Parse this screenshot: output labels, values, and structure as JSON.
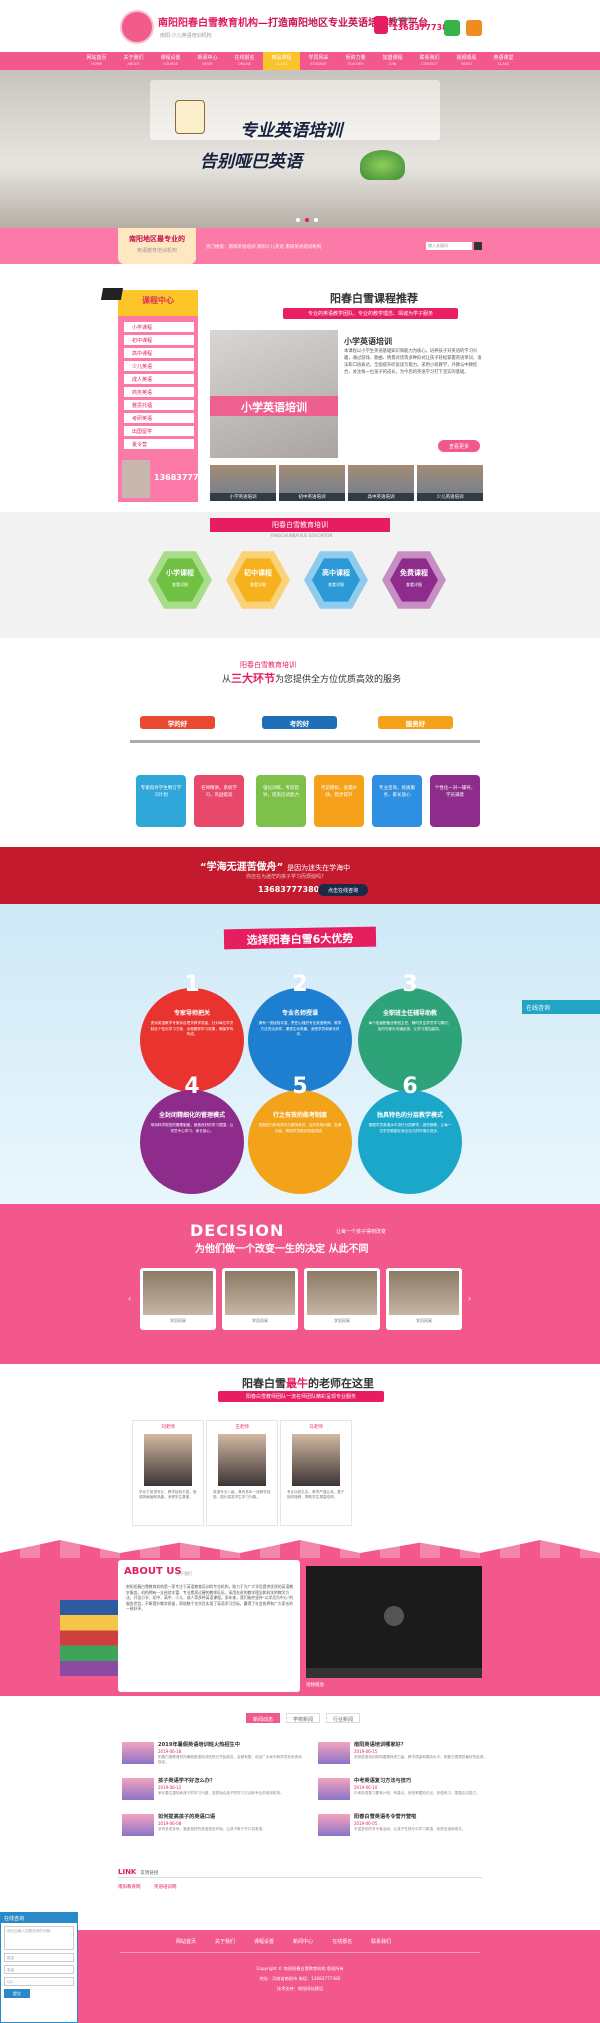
{
  "header": {
    "brand_prefix": "南阳阳春白雪教育机构",
    "brand_suffix": "—打造南阳地区专业英语培训教育平台",
    "brand_sub": "南阳·少儿英语培训机构",
    "phone_label": "咨询热线：",
    "phone": "13683777380"
  },
  "nav": [
    {
      "label": "网站首页",
      "en": "HOME"
    },
    {
      "label": "关于我们",
      "en": "ABOUT"
    },
    {
      "label": "课程设置",
      "en": "COURSE"
    },
    {
      "label": "新闻中心",
      "en": "NEWS"
    },
    {
      "label": "在线报名",
      "en": "ONLINE"
    },
    {
      "label": "精品课程",
      "en": "CLASS"
    },
    {
      "label": "学员风采",
      "en": "STUDENT"
    },
    {
      "label": "师资力量",
      "en": "TEACHER"
    },
    {
      "label": "加盟课程",
      "en": "JOIN"
    },
    {
      "label": "联系我们",
      "en": "CONTACT"
    },
    {
      "label": "视频观看",
      "en": "VIDEO"
    },
    {
      "label": "英语课堂",
      "en": "CLASS"
    }
  ],
  "banner": {
    "line1": "专业英语培训",
    "line2": "告别哑巴英语"
  },
  "bar": {
    "box_title": "南阳地区最专业的",
    "box_sub": "英语教育培训机构",
    "hot": "热门搜索：南阳英语培训   南阳少儿英语   南阳英语培训机构",
    "search_placeholder": "输入关键词"
  },
  "sidebar": {
    "title": "课程中心",
    "items": [
      "小学课程",
      "初中课程",
      "高中课程",
      "少儿英语",
      "成人英语",
      "商务英语",
      "雅思托福",
      "考研英语",
      "出国留学",
      "夏令营"
    ],
    "phone": "13683777380"
  },
  "courses": {
    "title": "阳春白雪课程推荐",
    "subtitle": "专业的英语教学团队、专业的教学理念、竭诚为学子服务",
    "banner_text": "小学英语培训",
    "item_title": "小学英语培训",
    "item_desc": "本课程以小学生英语基础知识和能力为核心，培养孩子对英语的学习兴趣，通过游戏、歌曲、情景对话等多种形式让孩子轻松掌握英语单词、语法和口语表达，全面提升听说读写能力。采用小班教学，外教与中教结合，关注每一位孩子的成长，为今后的英语学习打下坚实的基础。",
    "more": "查看更多",
    "thumbs": [
      "小学英语培训",
      "初中英语培训",
      "高中英语培训",
      "少儿英语培训"
    ]
  },
  "training": {
    "title": "阳春白雪教育培训",
    "subtitle": "YANGCHUNBAIXUE EDUCATION",
    "items": [
      {
        "title": "小学课程",
        "sub": "查看详细"
      },
      {
        "title": "初中课程",
        "sub": "查看详细"
      },
      {
        "title": "高中课程",
        "sub": "查看详细"
      },
      {
        "title": "免费课程",
        "sub": "查看详细"
      }
    ]
  },
  "links": {
    "title": "阳春白雪教育培训",
    "main_pre": "从",
    "main_em": "三大环节",
    "main_post": "为您提供全方位优质高效的服务",
    "tabs": [
      "学的好",
      "考的好",
      "服务好"
    ],
    "cards": [
      "专家指导学生制订学习计划",
      "名师精讲，系统学习，巩固提高",
      "强化训练，考前指导，提高应试能力",
      "考前模拟，查漏补缺，稳步提升",
      "专业咨询，优质服务，家长放心",
      "个性化一对一辅导，学员满意"
    ]
  },
  "slogan": {
    "quote": "“学海无涯苦做舟”",
    "quote_tail": "是因为迷失在学海中",
    "sub": "你还在为迷茫的孩子学习而烦恼吗？",
    "phone": "13683777380",
    "btn": "点击在线咨询"
  },
  "advantages": {
    "title": "选择阳春白雪6大优势",
    "items": [
      {
        "num": "1",
        "title": "专家导师把关",
        "desc": "资深英语教学专家亲自把关教学质量，针对每位学员制定个性化学习方案，全程跟踪学习效果，确保学有所成。"
      },
      {
        "num": "2",
        "title": "专业名师授课",
        "desc": "拥有一批经验丰富、责任心强的专业英语教师，教学方法灵活多样，课堂生动有趣，深受学员和家长好评。"
      },
      {
        "num": "3",
        "title": "全职班主任辅导助教",
        "desc": "每个班级配备全职班主任，随时关注学员学习情况，及时与家长沟通反馈，让学习更加高效。"
      },
      {
        "num": "4",
        "title": "全封闭精细化的管理模式",
        "desc": "采用科学规范的管理制度，营造良好的学习氛围，让学员专心学习，家长放心。"
      },
      {
        "num": "5",
        "title": "行之有效的练考制度",
        "desc": "定期进行阶段测试与模拟考试，及时发现问题、查漏补缺，帮助学员稳步提高成绩。"
      },
      {
        "num": "6",
        "title": "独具特色的分层教学模式",
        "desc": "根据学员英语水平进行分层教学，因材施教，让每一位学员都能在适合自己的环境中进步。"
      }
    ],
    "online": "在线咨询"
  },
  "decision": {
    "word": "DECISION",
    "tail": "让每一个孩子得到改变",
    "title": "为他们做一个改变一生的决定 从此不同",
    "cards": [
      "学员风采",
      "学员风采",
      "学员风采",
      "学员风采"
    ]
  },
  "teachers": {
    "title_pre": "阳春白雪",
    "title_em": "最牛",
    "title_post": "的老师在这里",
    "subtitle": "阳春白雪教师团队一流名师团队精彩呈现专业服务",
    "items": [
      {
        "name": "刘老师",
        "desc": "毕业于英语专业，教学经验丰富，授课风格幽默风趣，深受学生喜爱。"
      },
      {
        "name": "王老师",
        "desc": "英语专业八级，具有多年一线教学经验，擅长激发学生学习兴趣。"
      },
      {
        "name": "马老师",
        "desc": "专业功底扎实，教学严谨认真，善于因材施教，帮助学生提高成绩。"
      }
    ]
  },
  "about": {
    "title": "ABOUT US",
    "sub": "关于我们",
    "text": "南阳阳春白雪教育机构是一家专注于英语教育培训的专业机构，致力于为广大学员提供优质的英语教学服务。机构拥有一支经验丰富、专业素质过硬的教师队伍，采用先进的教学理念和科学的教学方法，开设小学、初中、高中、少儿、成人等多种英语课程。多年来，我们始终坚持“以学员为中心”的服务宗旨，不断提升教学质量，帮助数千名学员实现了英语学习目标，赢得了社会各界和广大家长的一致好评。",
    "video_cap": "视频播放"
  },
  "news": {
    "tabs": [
      "新闻动态",
      "学校新闻",
      "行业新闻"
    ],
    "items": [
      {
        "title": "2019年暑假英语培训班火热招生中",
        "date": "2019-06-18",
        "desc": "阳春白雪教育机构暑假英语培训班现已开始报名，名额有限，欢迎广大家长和学员前来咨询报名。"
      },
      {
        "title": "南阳英语培训哪家好？",
        "date": "2019-06-15",
        "desc": "选择英语培训机构要看师资力量、教学质量和服务水平，阳春白雪是您最好的选择。"
      },
      {
        "title": "孩子英语学不好怎么办？",
        "date": "2019-06-12",
        "desc": "家长要注重培养孩子的学习兴趣，选择适合孩子的学习方法和专业的培训机构。"
      },
      {
        "title": "中考英语复习方法与技巧",
        "date": "2019-06-10",
        "desc": "中考英语复习要有计划、有重点，系统掌握知识点，多做练习，提高应试能力。"
      },
      {
        "title": "如何提高孩子的英语口语",
        "date": "2019-06-08",
        "desc": "多听多说多练，营造良好的英语语言环境，让孩子敢于开口说英语。"
      },
      {
        "title": "阳春白雪英语冬令营开营啦",
        "date": "2019-06-05",
        "desc": "丰富多彩的冬令营活动，让孩子在快乐中学习英语，收获友谊和成长。"
      }
    ]
  },
  "friend_links": {
    "title": "LINK",
    "sub": "友情链接",
    "items": [
      "南阳教育网",
      "英语培训网"
    ]
  },
  "footer": {
    "nav": [
      "网站首页",
      "关于我们",
      "课程设置",
      "新闻中心",
      "在线报名",
      "联系我们"
    ],
    "line1": "Copyright © 南阳阳春白雪教育机构 版权所有",
    "line2": "地址：河南省南阳市   电话：13683777380",
    "line3": "技术支持：南阳网站建设"
  },
  "chat": {
    "title": "在线咨询",
    "msg_placeholder": "请在此输入您要咨询的问题...",
    "name_placeholder": "姓名",
    "phone_placeholder": "电话",
    "qq_placeholder": "QQ",
    "btn": "提交"
  },
  "colors": {
    "pink": "#f2588b",
    "accent": "#e41b5c",
    "yellow": "#fbc32a",
    "red": "#c41a2e"
  }
}
